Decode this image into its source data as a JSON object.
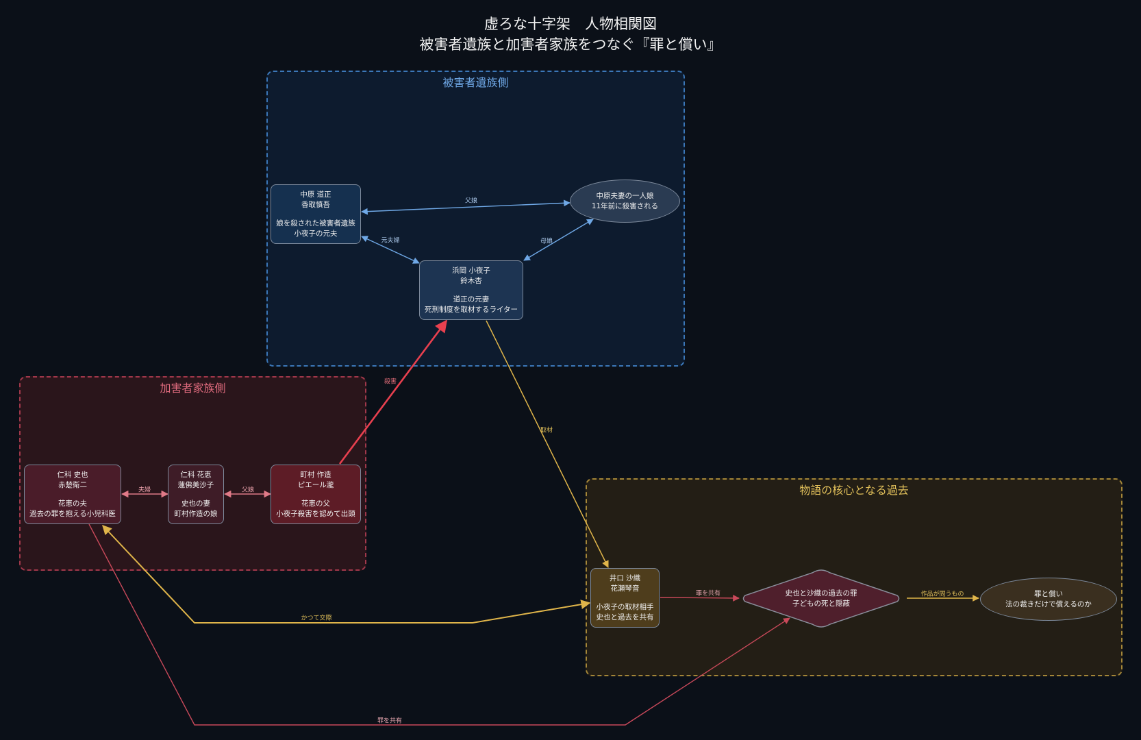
{
  "title": {
    "line1": "虚ろな十字架　人物相関図",
    "line2": "被害者遺族と加害者家族をつなぐ『罪と償い』"
  },
  "groups": {
    "victim": "被害者遺族側",
    "perp": "加害者家族側",
    "core": "物語の核心となる過去"
  },
  "nodes": {
    "michimasa": {
      "name": "中原 道正",
      "actor": "香取慎吾",
      "desc1": "娘を殺された被害者遺族",
      "desc2": "小夜子の元夫"
    },
    "sayoko": {
      "name": "浜岡 小夜子",
      "actor": "鈴木杏",
      "desc1": "道正の元妻",
      "desc2": "死刑制度を取材するライター"
    },
    "daughter": {
      "line1": "中原夫妻の一人娘",
      "line2": "11年前に殺害される"
    },
    "fumiya": {
      "name": "仁科 史也",
      "actor": "赤楚衛二",
      "desc1": "花恵の夫",
      "desc2": "過去の罪を抱える小児科医"
    },
    "hanae": {
      "name": "仁科 花恵",
      "actor": "蓮佛美沙子",
      "desc1": "史也の妻",
      "desc2": "町村作造の娘"
    },
    "sakuzo": {
      "name": "町村 作造",
      "actor": "ピエール瀧",
      "desc1": "花恵の父",
      "desc2": "小夜子殺害を認めて出頭"
    },
    "saori": {
      "name": "井口 沙織",
      "actor": "花瀬琴音",
      "desc1": "小夜子の取材相手",
      "desc2": "史也と過去を共有"
    },
    "secret": {
      "line1": "史也と沙織の過去の罪",
      "line2": "子どもの死と隠蔽"
    },
    "theme": {
      "line1": "罪と償い",
      "line2": "法の裁きだけで償えるのか"
    }
  },
  "edges": {
    "father_daughter": "父娘",
    "ex_couple": "元夫婦",
    "mother_daughter": "母娘",
    "murder": "殺害",
    "interview": "取材",
    "spouses": "夫婦",
    "father_daughter2": "父娘",
    "former_relationship": "かつて交際",
    "shared_sin1": "罪を共有",
    "shared_sin2": "罪を共有",
    "question": "作品が問うもの"
  },
  "colors": {
    "victim_edge": "#6fa8e6",
    "perp_edge": "#e07a88",
    "murder_edge": "#e8404f",
    "core_edge": "#e0b54a",
    "sin_edge": "#c9495a"
  }
}
